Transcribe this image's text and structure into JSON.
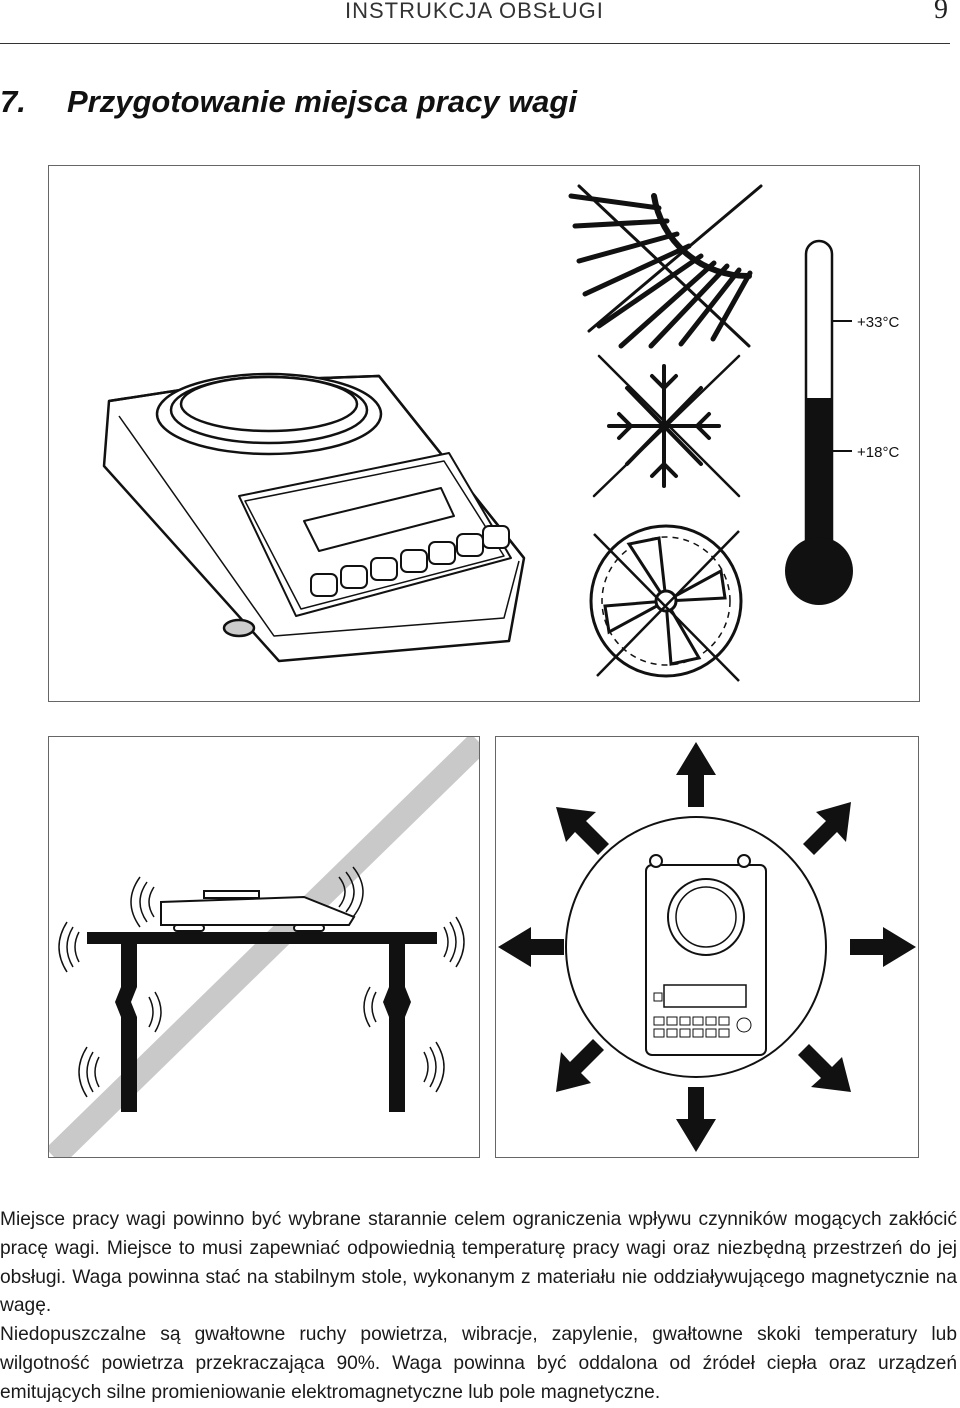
{
  "header": {
    "title": "INSTRUKCJA OBSŁUGI",
    "page_number": "9"
  },
  "section": {
    "number": "7.",
    "title": "Przygotowanie miejsca pracy wagi"
  },
  "figure_top": {
    "temp_high": "+33°C",
    "temp_low": "+18°C"
  },
  "paragraphs": [
    "Miejsce pracy wagi powinno być wybrane starannie celem ograniczenia wpływu czynników mogących zakłócić pracę wagi. Miejsce to musi zapewniać odpowiednią temperaturę pracy wagi oraz niezbędną przestrzeń do jej obsługi. Waga powinna stać na stabilnym stole, wykonanym z materiału nie oddziaływującego magnetycznie na wagę.",
    "Niedopuszczalne są gwałtowne ruchy powietrza, wibracje, zapylenie, gwałtowne skoki temperatury lub wilgotność powietrza przekraczająca 90%. Waga powinna być oddalona od źródeł ciepła oraz urządzeń emitujących silne promieniowanie elektromagnetyczne lub pole magnetyczne."
  ]
}
